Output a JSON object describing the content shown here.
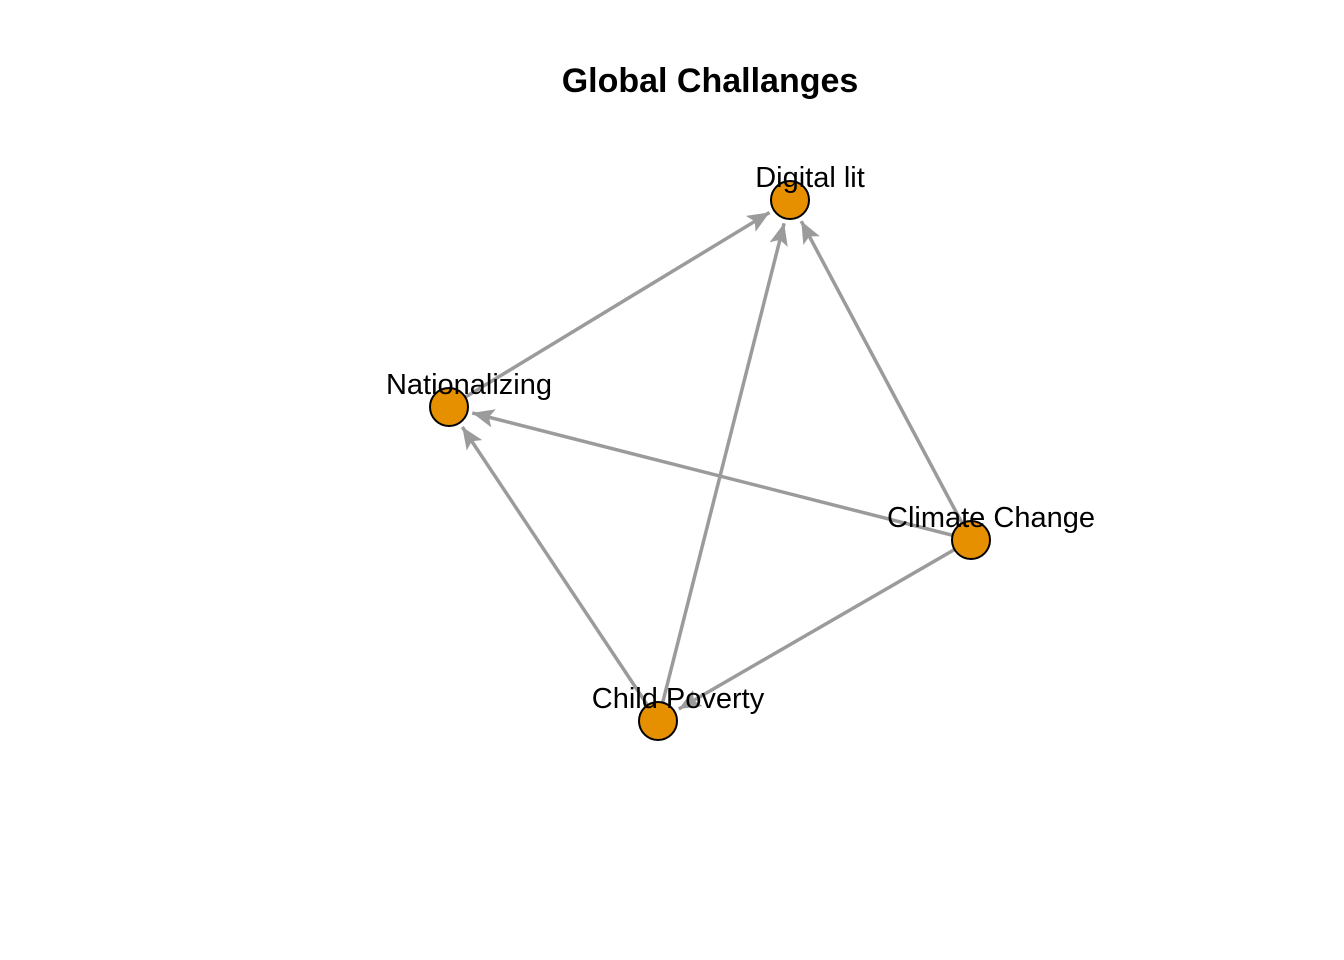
{
  "title": "Global Challanges",
  "colors": {
    "node_fill": "#E69000",
    "node_stroke": "#000000",
    "edge": "#9B9B9B",
    "label": "#000000"
  },
  "nodes": [
    {
      "id": "digital",
      "label": "Digital lit"
    },
    {
      "id": "national",
      "label": "Nationalizing"
    },
    {
      "id": "climate",
      "label": "Climate Change"
    },
    {
      "id": "child",
      "label": "Child Poverty"
    }
  ],
  "edges": [
    {
      "from": "national",
      "to": "digital"
    },
    {
      "from": "child",
      "to": "digital"
    },
    {
      "from": "climate",
      "to": "digital"
    },
    {
      "from": "climate",
      "to": "national"
    },
    {
      "from": "child",
      "to": "national"
    },
    {
      "from": "climate",
      "to": "child"
    }
  ]
}
